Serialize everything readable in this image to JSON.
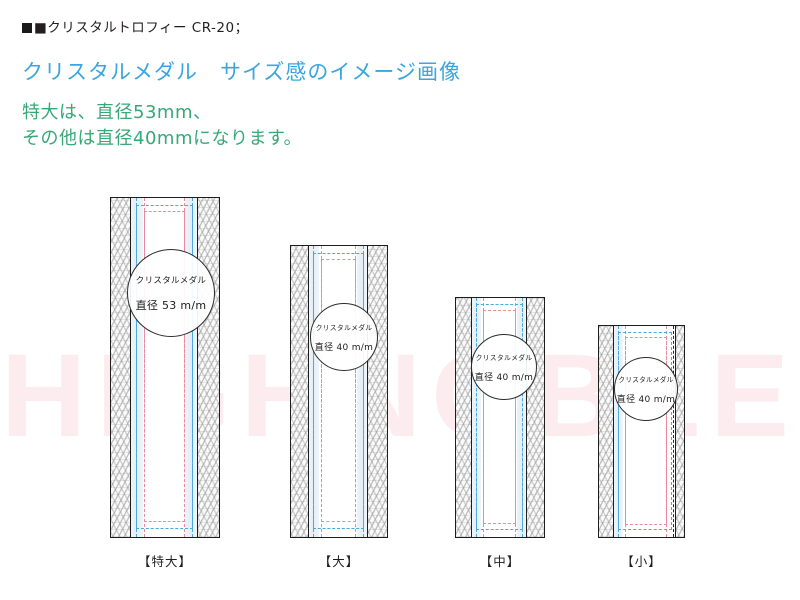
{
  "header": {
    "product_code_line": "■クリスタルトロフィー CR-20；",
    "subtitle": "クリスタルメダル　サイズ感のイメージ画像",
    "note_line_1": "特大は、直径53mm、",
    "note_line_2": "その他は直径40mmになります。"
  },
  "watermark": {
    "text": "HIGHNOBLE"
  },
  "colors": {
    "title_text": "#231f20",
    "subtitle_text": "#3ba6dd",
    "note_text": "#37a877",
    "outline": "#1d1d1d",
    "guide_blue": "#4aa8dd",
    "guide_pink": "#e98b9e",
    "watermark": "#fdecef"
  },
  "trophies": [
    {
      "size_label": "【特大】",
      "medal": {
        "title": "クリスタルメダル",
        "diameter": "直径 53 m/m"
      }
    },
    {
      "size_label": "【大】",
      "medal": {
        "title": "クリスタルメダル",
        "diameter": "直径 40 m/m"
      }
    },
    {
      "size_label": "【中】",
      "medal": {
        "title": "クリスタルメダル",
        "diameter": "直径 40 m/m"
      }
    },
    {
      "size_label": "【小】",
      "medal": {
        "title": "クリスタルメダル",
        "diameter": "直径 40 m/m"
      }
    }
  ]
}
